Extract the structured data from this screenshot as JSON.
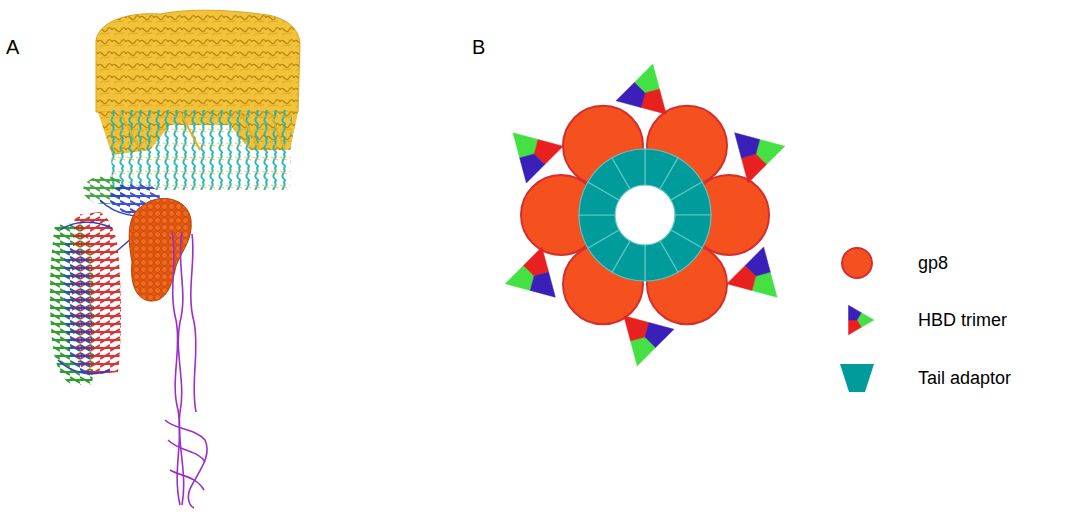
{
  "diagram": {
    "labels": [
      "A",
      "B"
    ],
    "legend": [
      {
        "text": "gp8",
        "color": "#f4511e"
      },
      {
        "text": "HBD trimer"
      },
      {
        "text": "Tail adaptor",
        "color": "#009b9b"
      }
    ]
  }
}
